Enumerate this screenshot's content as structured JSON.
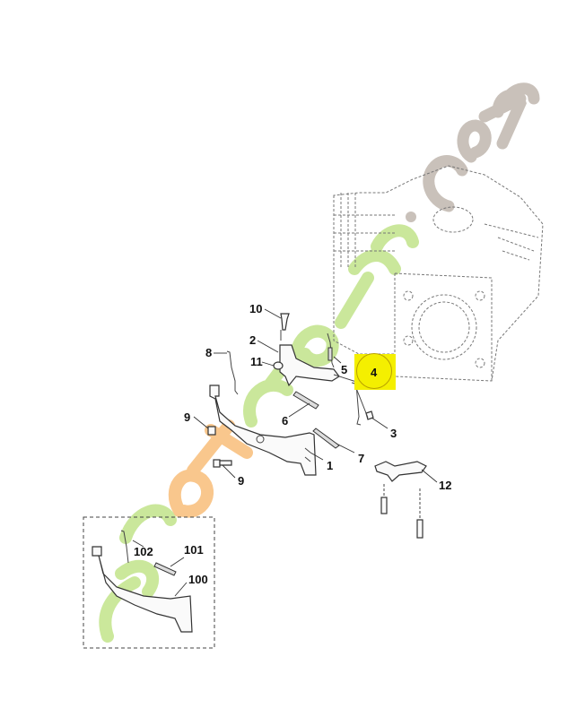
{
  "diagram": {
    "highlighted_part": "4",
    "callouts": [
      "1",
      "2",
      "3",
      "4",
      "5",
      "6",
      "7",
      "8",
      "9",
      "9",
      "10",
      "11",
      "12"
    ],
    "kit": {
      "callouts": [
        "100",
        "101",
        "102"
      ]
    },
    "watermark": "foretetjardin.com",
    "colors": {
      "highlight": "#f4ef00",
      "watermark_green": "#b9e07a",
      "watermark_orange": "#f7b567",
      "watermark_gray": "#b8ada3"
    }
  }
}
